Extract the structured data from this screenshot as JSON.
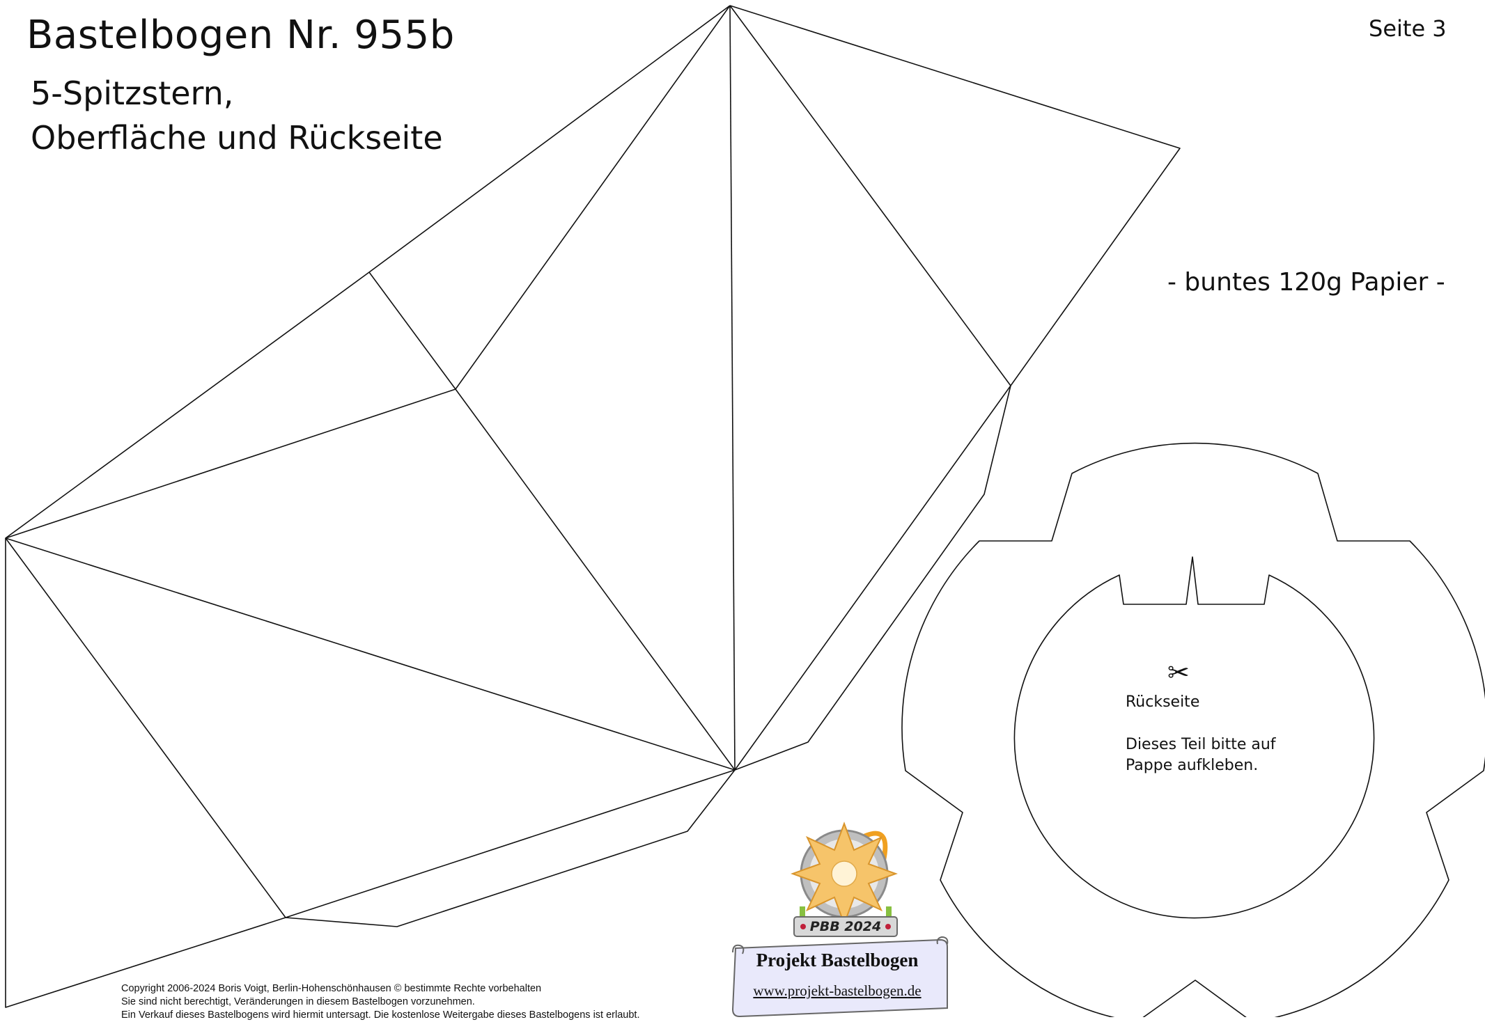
{
  "header": {
    "title": "Bastelbogen Nr. 955b",
    "subtitle_line1": "5-Spitzstern,",
    "subtitle_line2": "Oberfläche und Rückseite",
    "page_number": "Seite 3"
  },
  "paper_note": "- buntes 120g Papier -",
  "back_piece": {
    "label": "Rückseite",
    "instruction": "Dieses Teil bitte auf Pappe aufkleben."
  },
  "logo": {
    "badge": "PBB 2024",
    "name": "Projekt Bastelbogen",
    "url": "www.projekt-bastelbogen.de"
  },
  "copyright": {
    "line1": "Copyright  2006-2024 Boris Voigt, Berlin-Hohenschönhausen    © bestimmte Rechte vorbehalten",
    "line2": "Sie sind nicht berechtigt, Veränderungen in diesem Bastelbogen vorzunehmen.",
    "line3": "Ein Verkauf dieses Bastelbogens wird hiermit untersagt. Die kostenlose Weitergabe dieses Bastelbogens ist erlaubt."
  },
  "icons": {
    "cut": "scissors-icon",
    "logo": "star-logo-icon"
  },
  "colors": {
    "line": "#111111",
    "logo_star": "#f6c46a",
    "logo_ring": "#9a9a9a",
    "scroll": "#e9e9fb"
  }
}
